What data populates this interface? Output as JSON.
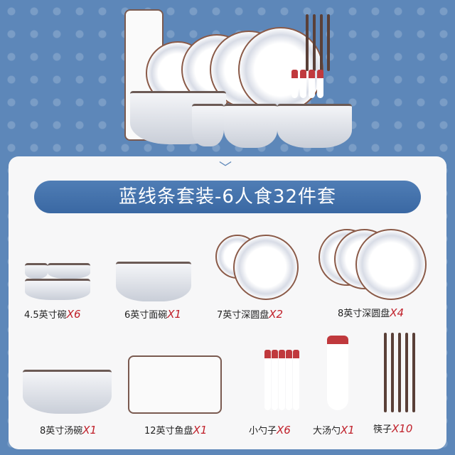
{
  "title": "蓝线条套装-6人食32件套",
  "items": [
    {
      "name": "4.5英寸碗",
      "qty": "X6"
    },
    {
      "name": "6英寸面碗",
      "qty": "X1"
    },
    {
      "name": "7英寸深圆盘",
      "qty": "X2"
    },
    {
      "name": "8英寸深圆盘",
      "qty": "X4"
    },
    {
      "name": "8英寸汤碗",
      "qty": "X1"
    },
    {
      "name": "12英寸鱼盘",
      "qty": "X1"
    },
    {
      "name": "小勺子",
      "qty": "X6"
    },
    {
      "name": "大汤勺",
      "qty": "X1"
    },
    {
      "name": "筷子",
      "qty": "X10"
    }
  ],
  "colors": {
    "background": "#5d87b9",
    "accent": "#c0202a",
    "title_bg": "#3f6da8"
  }
}
